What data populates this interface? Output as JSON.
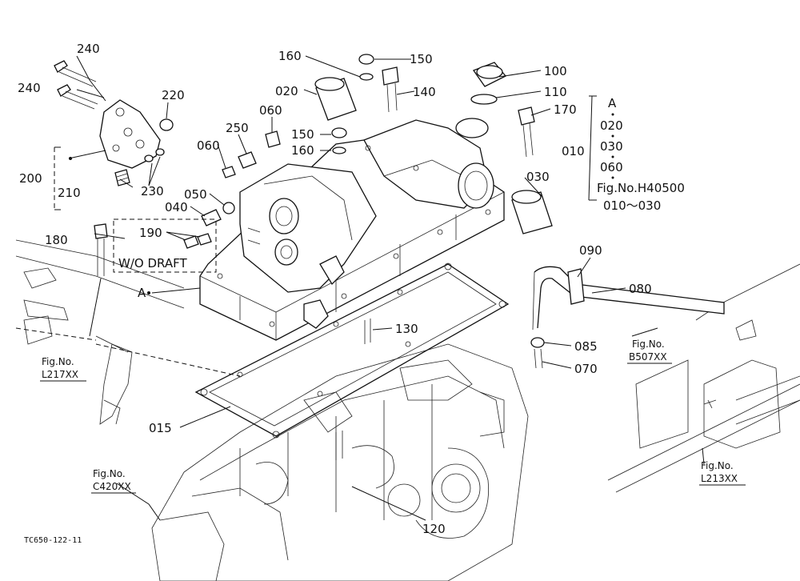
{
  "callouts": [
    {
      "id": "240a",
      "text": "240"
    },
    {
      "id": "240b",
      "text": "240"
    },
    {
      "id": "220",
      "text": "220"
    },
    {
      "id": "200",
      "text": "200"
    },
    {
      "id": "210",
      "text": "210"
    },
    {
      "id": "230",
      "text": "230"
    },
    {
      "id": "160a",
      "text": "160"
    },
    {
      "id": "150a",
      "text": "150"
    },
    {
      "id": "020",
      "text": "020"
    },
    {
      "id": "140",
      "text": "140"
    },
    {
      "id": "060a",
      "text": "060"
    },
    {
      "id": "250",
      "text": "250"
    },
    {
      "id": "150b",
      "text": "150"
    },
    {
      "id": "160b",
      "text": "160"
    },
    {
      "id": "060b",
      "text": "060"
    },
    {
      "id": "050",
      "text": "050"
    },
    {
      "id": "040",
      "text": "040"
    },
    {
      "id": "190",
      "text": "190"
    },
    {
      "id": "180",
      "text": "180"
    },
    {
      "id": "A",
      "text": "A"
    },
    {
      "id": "100",
      "text": "100"
    },
    {
      "id": "110",
      "text": "110"
    },
    {
      "id": "170",
      "text": "170"
    },
    {
      "id": "030",
      "text": "030"
    },
    {
      "id": "090",
      "text": "090"
    },
    {
      "id": "080",
      "text": "080"
    },
    {
      "id": "085",
      "text": "085"
    },
    {
      "id": "070",
      "text": "070"
    },
    {
      "id": "130",
      "text": "130"
    },
    {
      "id": "015",
      "text": "015"
    },
    {
      "id": "120",
      "text": "120"
    }
  ],
  "notes": {
    "wo_draft": "W/O DRAFT",
    "assembly_010": "010",
    "assembly_items": [
      "A",
      "020",
      "030",
      "060",
      "Fig.No.H40500",
      "010～030"
    ]
  },
  "fig_refs": [
    {
      "id": "l217",
      "line1": "Fig.No.",
      "line2": "L217XX"
    },
    {
      "id": "c420",
      "line1": "Fig.No.",
      "line2": "C420XX"
    },
    {
      "id": "b507",
      "line1": "Fig.No.",
      "line2": "B507XX"
    },
    {
      "id": "l213",
      "line1": "Fig.No.",
      "line2": "L213XX"
    }
  ],
  "drawing_code": "TC650-122-11"
}
